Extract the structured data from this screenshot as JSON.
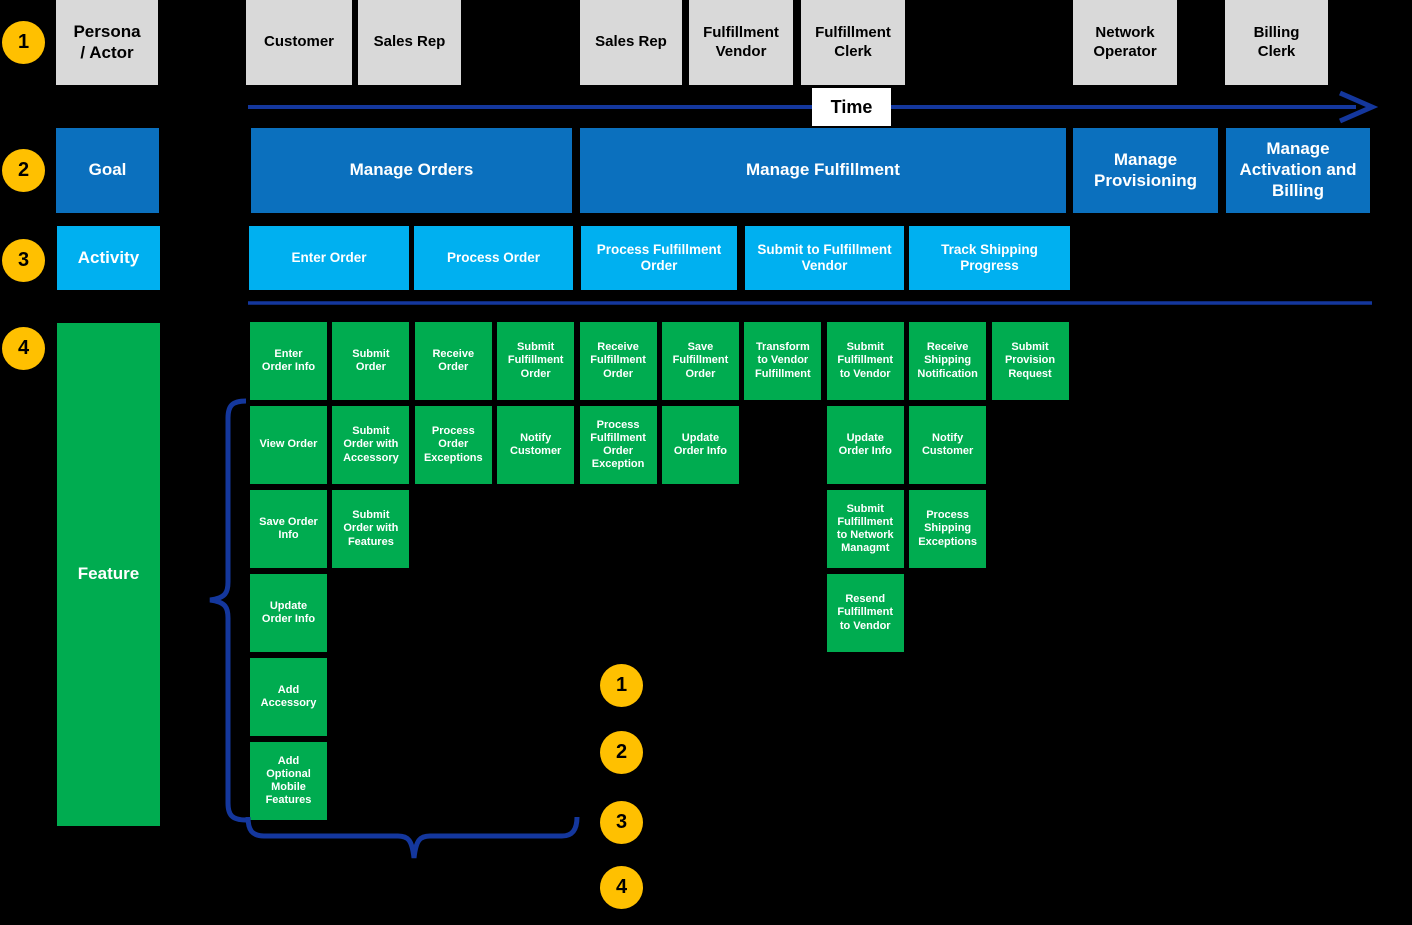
{
  "colors": {
    "background": "#000000",
    "persona_box": "#D9D9D9",
    "goal_box": "#0B70BE",
    "activity_box": "#00B0F0",
    "feature_box": "#00AC50",
    "number_circle": "#FFC000",
    "connector_blue": "#14379D",
    "time_box_bg": "#FFFFFF"
  },
  "row_headers": [
    {
      "circle": "1",
      "label": "Persona\n/ Actor"
    },
    {
      "circle": "2",
      "label": "Goal"
    },
    {
      "circle": "3",
      "label": "Activity"
    },
    {
      "circle": "4",
      "label": "Feature"
    }
  ],
  "timeline": {
    "label": "Time"
  },
  "personas": [
    {
      "label": "Customer"
    },
    {
      "label": "Sales Rep"
    },
    {
      "label": "Sales Rep"
    },
    {
      "label": "Fulfillment Vendor"
    },
    {
      "label": "Fulfillment Clerk"
    },
    {
      "label": "Network Operator"
    },
    {
      "label": "Billing Clerk"
    }
  ],
  "goals": [
    {
      "label": "Manage Orders"
    },
    {
      "label": "Manage Fulfillment"
    },
    {
      "label": "Manage Provisioning"
    },
    {
      "label": "Manage Activation and Billing"
    }
  ],
  "activities": [
    {
      "label": "Enter Order"
    },
    {
      "label": "Process Order"
    },
    {
      "label": "Process Fulfillment Order"
    },
    {
      "label": "Submit to Fulfillment Vendor"
    },
    {
      "label": "Track Shipping Progress"
    }
  ],
  "features": [
    {
      "label": "Enter\nOrder Info",
      "col": 1,
      "row": 1
    },
    {
      "label": "Submit\nOrder",
      "col": 2,
      "row": 1
    },
    {
      "label": "Receive\nOrder",
      "col": 3,
      "row": 1
    },
    {
      "label": "Submit\nFulfillment\nOrder",
      "col": 4,
      "row": 1
    },
    {
      "label": "Receive\nFulfillment\nOrder",
      "col": 5,
      "row": 1
    },
    {
      "label": "Save\nFulfillment\nOrder",
      "col": 6,
      "row": 1
    },
    {
      "label": "Transform\nto Vendor\nFulfillment",
      "col": 7,
      "row": 1
    },
    {
      "label": "Submit\nFulfillment\nto Vendor",
      "col": 8,
      "row": 1
    },
    {
      "label": "Receive\nShipping\nNotification",
      "col": 9,
      "row": 1
    },
    {
      "label": "Submit\nProvision\nRequest",
      "col": 10,
      "row": 1
    },
    {
      "label": "View Order",
      "col": 1,
      "row": 2
    },
    {
      "label": "Submit\nOrder with\nAccessory",
      "col": 2,
      "row": 2
    },
    {
      "label": "Process\nOrder\nExceptions",
      "col": 3,
      "row": 2
    },
    {
      "label": "Notify\nCustomer",
      "col": 4,
      "row": 2
    },
    {
      "label": "Process\nFulfillment\nOrder\nException",
      "col": 5,
      "row": 2
    },
    {
      "label": "Update\nOrder Info",
      "col": 6,
      "row": 2
    },
    {
      "label": "Update\nOrder Info",
      "col": 8,
      "row": 2
    },
    {
      "label": "Notify\nCustomer",
      "col": 9,
      "row": 2
    },
    {
      "label": "Save Order\nInfo",
      "col": 1,
      "row": 3
    },
    {
      "label": "Submit\nOrder with\nFeatures",
      "col": 2,
      "row": 3
    },
    {
      "label": "Submit\nFulfillment\nto Network\nManagmt",
      "col": 8,
      "row": 3
    },
    {
      "label": "Process\nShipping\nExceptions",
      "col": 9,
      "row": 3
    },
    {
      "label": "Update\nOrder Info",
      "col": 1,
      "row": 4
    },
    {
      "label": "Resend\nFulfillment\nto Vendor",
      "col": 8,
      "row": 4
    },
    {
      "label": "Add\nAccessory",
      "col": 1,
      "row": 5
    },
    {
      "label": "Add\nOptional\nMobile\nFeatures",
      "col": 1,
      "row": 6
    }
  ],
  "sequence_markers": [
    {
      "label": "1"
    },
    {
      "label": "2"
    },
    {
      "label": "3"
    },
    {
      "label": "4"
    }
  ]
}
